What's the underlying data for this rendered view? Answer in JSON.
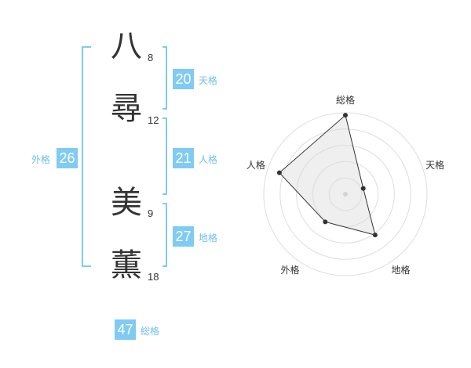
{
  "name_chars": [
    {
      "char": "八",
      "strokes": "8"
    },
    {
      "char": "尋",
      "strokes": "12"
    },
    {
      "char": "美",
      "strokes": "9"
    },
    {
      "char": "薫",
      "strokes": "18"
    }
  ],
  "kaku": {
    "ten": {
      "value": "20",
      "label": "天格"
    },
    "jin": {
      "value": "21",
      "label": "人格"
    },
    "chi": {
      "value": "27",
      "label": "地格"
    },
    "gai": {
      "value": "26",
      "label": "外格"
    },
    "sou": {
      "value": "47",
      "label": "総格"
    }
  },
  "colors": {
    "accent": "#7fcbf4",
    "text": "#333333",
    "radar_fill": "#eeeeee"
  },
  "chart_data": {
    "type": "radar",
    "axes": [
      "総格",
      "天格",
      "地格",
      "外格",
      "人格"
    ],
    "values": [
      0.97,
      0.23,
      0.62,
      0.42,
      0.85
    ],
    "rings": 5,
    "max": 1
  }
}
